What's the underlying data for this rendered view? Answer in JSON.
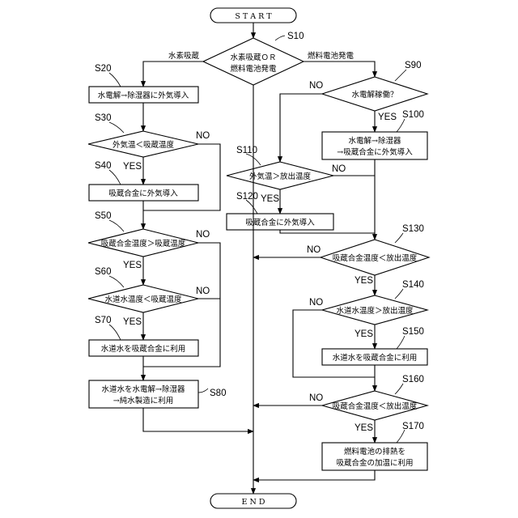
{
  "nodes": {
    "start": "S T A R T",
    "s10_line1": "水素吸蔵ＯＲ",
    "s10_line2": "燃料電池発電",
    "s20": "水電解→除湿器に外気導入",
    "s30": "外気温＜吸蔵温度",
    "s40": "吸蔵合金に外気導入",
    "s50": "吸蔵合金温度＞吸蔵温度",
    "s60": "水道水温度＜吸蔵温度",
    "s70": "水道水を吸蔵合金に利用",
    "s80_line1": "水道水を水電解→除湿器",
    "s80_line2": "→純水製造に利用",
    "s90": "水電解稼働？",
    "s100_line1": "水電解→除湿器",
    "s100_line2": "→吸蔵合金に外気導入",
    "s110": "外気温＞放出温度",
    "s120": "吸蔵合金に外気導入",
    "s130": "吸蔵合金温度＜放出温度",
    "s140": "水道水温度＞放出温度",
    "s150": "水道水を吸蔵合金に利用",
    "s160": "吸蔵合金温度＜放出温度",
    "s170_line1": "燃料電池の排熱を",
    "s170_line2": "吸蔵合金の加温に利用",
    "end": "E N D"
  },
  "steps": {
    "s10": "S10",
    "s20": "S20",
    "s30": "S30",
    "s40": "S40",
    "s50": "S50",
    "s60": "S60",
    "s70": "S70",
    "s80": "S80",
    "s90": "S90",
    "s100": "S100",
    "s110": "S110",
    "s120": "S120",
    "s130": "S130",
    "s140": "S140",
    "s150": "S150",
    "s160": "S160",
    "s170": "S170"
  },
  "branches": {
    "absorb": "水素吸蔵",
    "fuel_cell": "燃料電池発電",
    "yes": "YES",
    "no": "NO"
  }
}
